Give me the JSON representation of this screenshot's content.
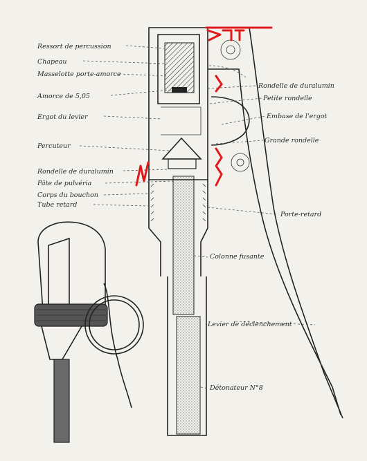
{
  "labels_left": [
    "Ressort de percussion",
    "Chapeau",
    "Masselotte porte-amorce",
    "Amorce de 5,05",
    "Ergot du levier",
    "Percuteur",
    "Rondelle de duralumin",
    "Pâte de pulvéria",
    "Corps du bouchon",
    "Tube retard"
  ],
  "labels_right": [
    "Rondelle de duralumin",
    "Petite rondelle",
    "Embase de l'ergot",
    "Grande rondelle",
    "Porte-retard",
    "Colonne fusante",
    "Levier de déclenchement",
    "Détonateur N°8"
  ],
  "colors": {
    "background": "#f2f1ec",
    "ink": "#222222",
    "annotation": "#e01a1a"
  }
}
